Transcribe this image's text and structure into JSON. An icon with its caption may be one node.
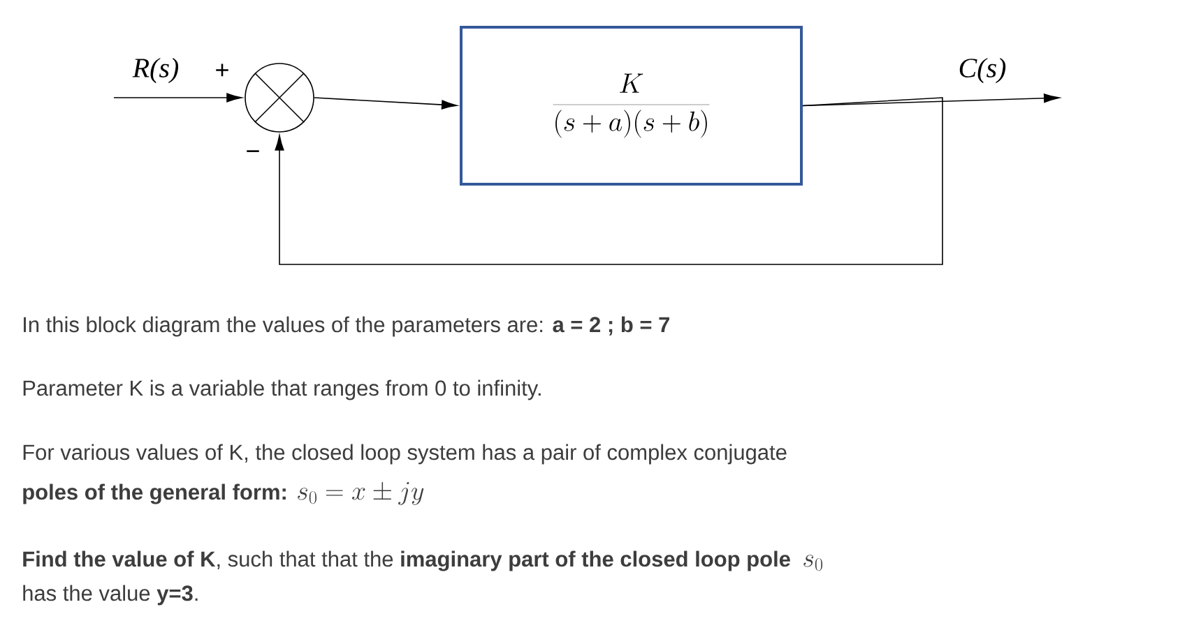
{
  "diagram": {
    "nodes": [
      {
        "text": [],
        "shape": "circle",
        "beside": [
          "+",
          "−"
        ]
      },
      {
        "text": [
          "\\frac{K}{(s+a)(s+b)}"
        ]
      }
    ],
    "edges": [
      {
        "from": null,
        "to": 0,
        "arrow": "to",
        "label": "R(s)"
      },
      {
        "from": 0,
        "to": 1,
        "arrow": "to"
      },
      {
        "from": 1,
        "to": null,
        "arrow": "to",
        "label": "C(s)"
      },
      {
        "from": 1,
        "to": 0,
        "arrow": "to"
      }
    ],
    "labels": [
      "In this block diagram the values of the parameters are:  **a = 2  ;  b = 7**",
      "Parameter K is a variable that ranges from 0 to infinity.",
      "For various values of K,  the closed loop system has a pair of complex conjugate",
      "poles of the general form:",
      "s_0 = x \\pm jy",
      "**Find the value of K**, such that that  the **imaginary part of the closed loop pole**",
      "s_0",
      "has  the value **y=3**."
    ]
  }
}
